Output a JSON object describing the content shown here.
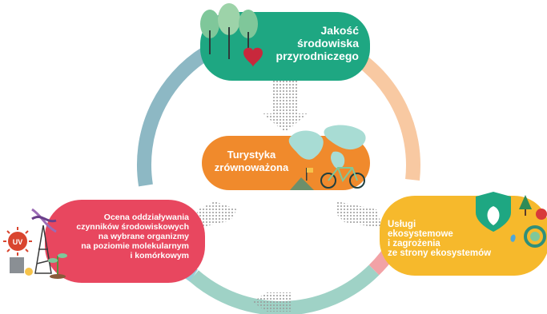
{
  "nodes": {
    "top": {
      "lines": [
        "Jakość",
        "środowiska",
        "przyrodniczego"
      ],
      "color": "#1ea782",
      "icon": "trees-heart-icon"
    },
    "center": {
      "lines": [
        "Turystyka",
        "zrównoważona"
      ],
      "color": "#f08a2c",
      "icon": "world-map-bicycle-icon"
    },
    "right": {
      "lines": [
        "Usługi",
        "ekosystemowe",
        "i zagrożenia",
        "ze strony ekosystemów"
      ],
      "color": "#f6b92c",
      "icon": "shield-leaf-ecosystem-icon"
    },
    "left": {
      "lines": [
        "Ocena oddziaływania",
        "czynników środowiskowych",
        "na wybrane organizmy",
        "na poziomie molekularnym",
        "i  komórkowym"
      ],
      "color": "#e8475f",
      "icon": "uv-dna-tower-plant-icon"
    }
  },
  "ring_colors": {
    "top_left": "#8db8c4",
    "top_right": "#f8c9a2",
    "right": "#f2a2a6",
    "bottom": "#9fd2c6",
    "left": "#96cfd8"
  }
}
